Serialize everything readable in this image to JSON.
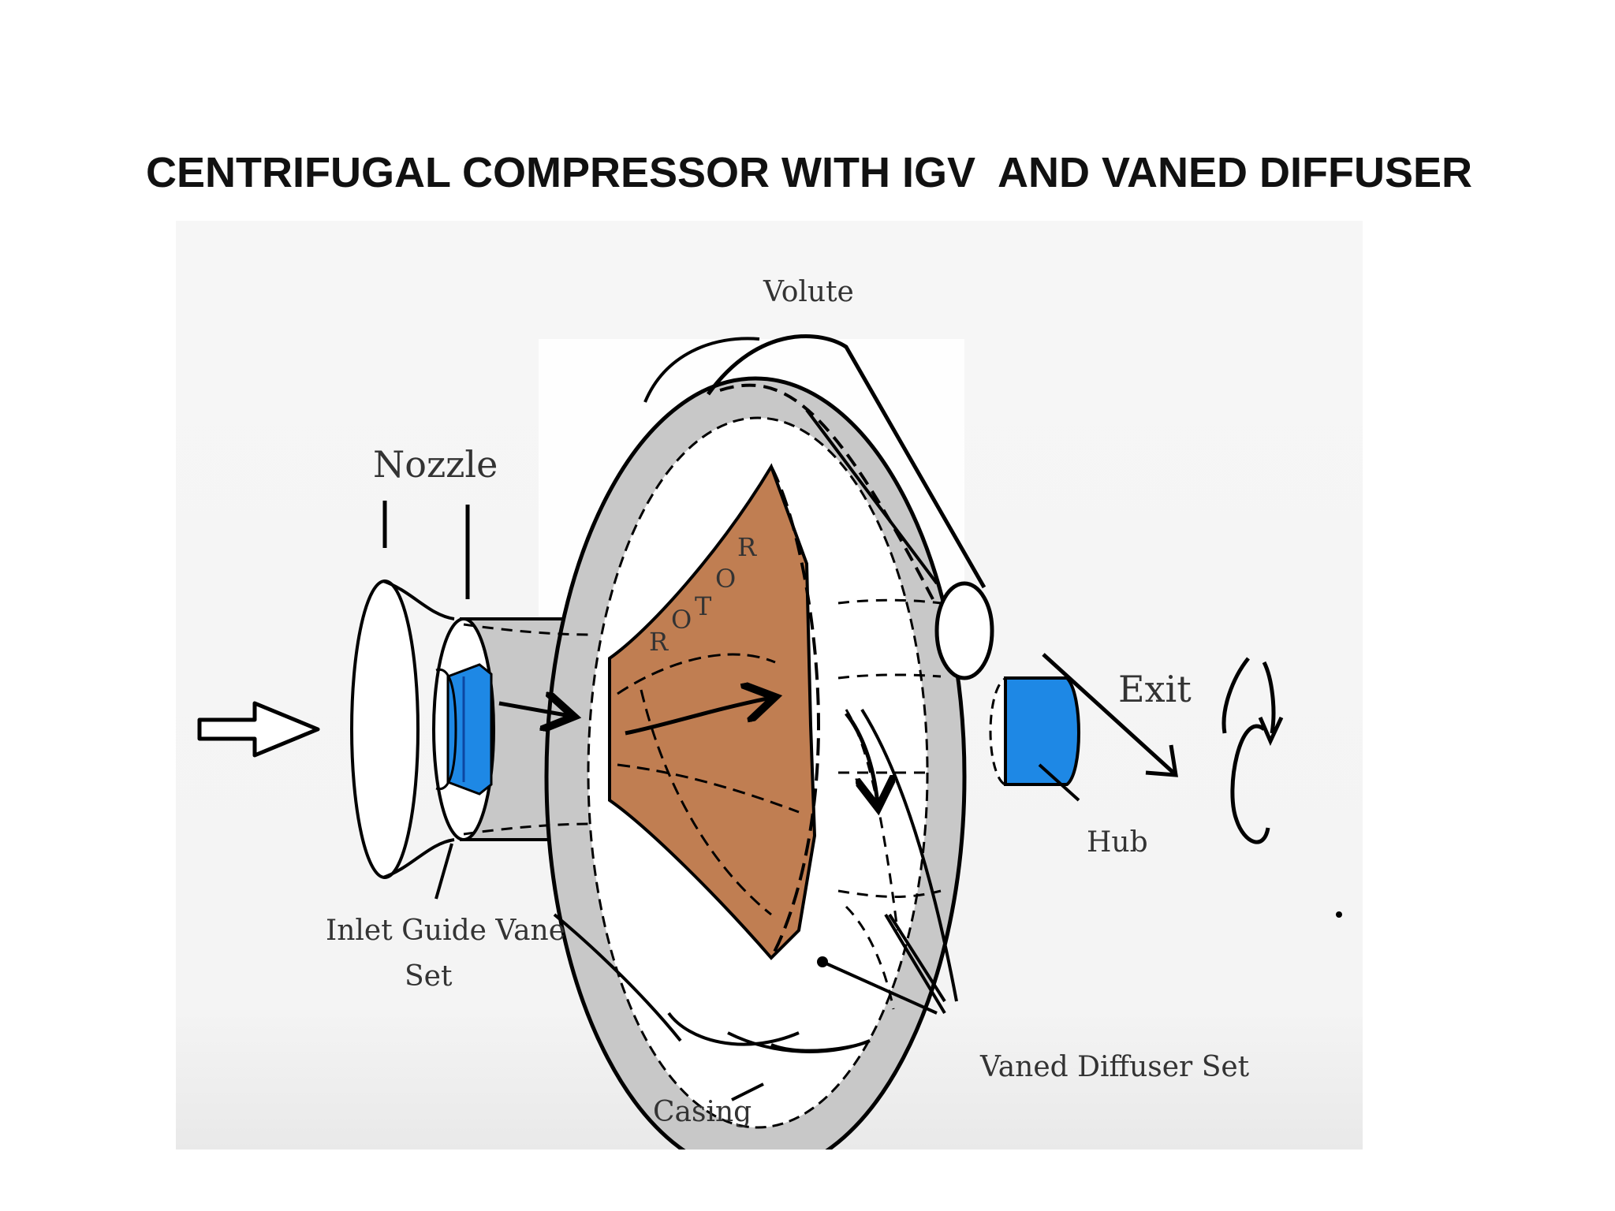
{
  "title": "CENTRIFUGAL COMPRESSOR WITH IGV  AND VANED DIFFUSER",
  "labels": {
    "volute": "Volute",
    "nozzle": "Nozzle",
    "rotor": [
      "R",
      "O",
      "T",
      "O",
      "R"
    ],
    "exit": "Exit",
    "hub": "Hub",
    "igv_line1": "Inlet Guide Vane",
    "igv_line2": "Set",
    "vaned_diffuser": "Vaned Diffuser Set",
    "casing": "Casing"
  },
  "colors": {
    "rotor": "#c07e52",
    "hub_blue": "#1e88e5",
    "casing_grey": "#c8c8c8",
    "background_panel": "#f5f5f5",
    "line": "#000000"
  }
}
